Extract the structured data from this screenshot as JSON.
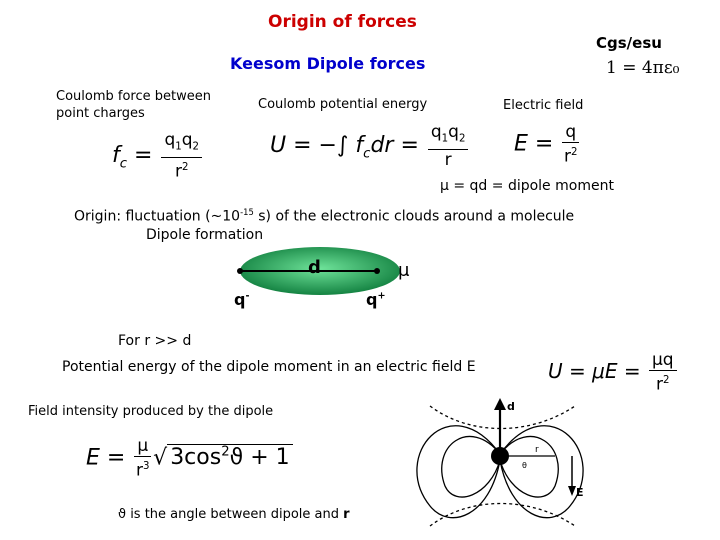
{
  "header": {
    "title": "Origin of forces",
    "subtitle": "Keesom Dipole forces",
    "units": "Cgs/esu",
    "units_eq": "1 = 4πε₀"
  },
  "coulomb_force": {
    "label": "Coulomb force between point charges"
  },
  "potential": {
    "label": "Coulomb potential energy"
  },
  "field": {
    "label": "Electric field"
  },
  "dipole_moment": {
    "text": "μ = qd = dipole moment"
  },
  "origin": {
    "line1": "Origin: fluctuation (~10",
    "line1_exp": "-15",
    "line1_end": " s) of the electronic clouds around a molecule",
    "line2": "Dipole formation"
  },
  "dipole": {
    "d_label": "d",
    "mu_label": "μ",
    "q_minus": "q",
    "q_minus_sign": "-",
    "q_plus": "q",
    "q_plus_sign": "+"
  },
  "condition": "For r >> d",
  "potential_dipole": {
    "text": "Potential energy of the dipole moment in an electric field E"
  },
  "intensity": {
    "label": "Field intensity produced by the dipole"
  },
  "angle_note": {
    "sym": "ϑ",
    "text": " is the angle between dipole and ",
    "r": "r"
  },
  "field_figure": {
    "d_label": "d",
    "e_label": "E",
    "r_label": "r",
    "theta_label": "θ"
  }
}
